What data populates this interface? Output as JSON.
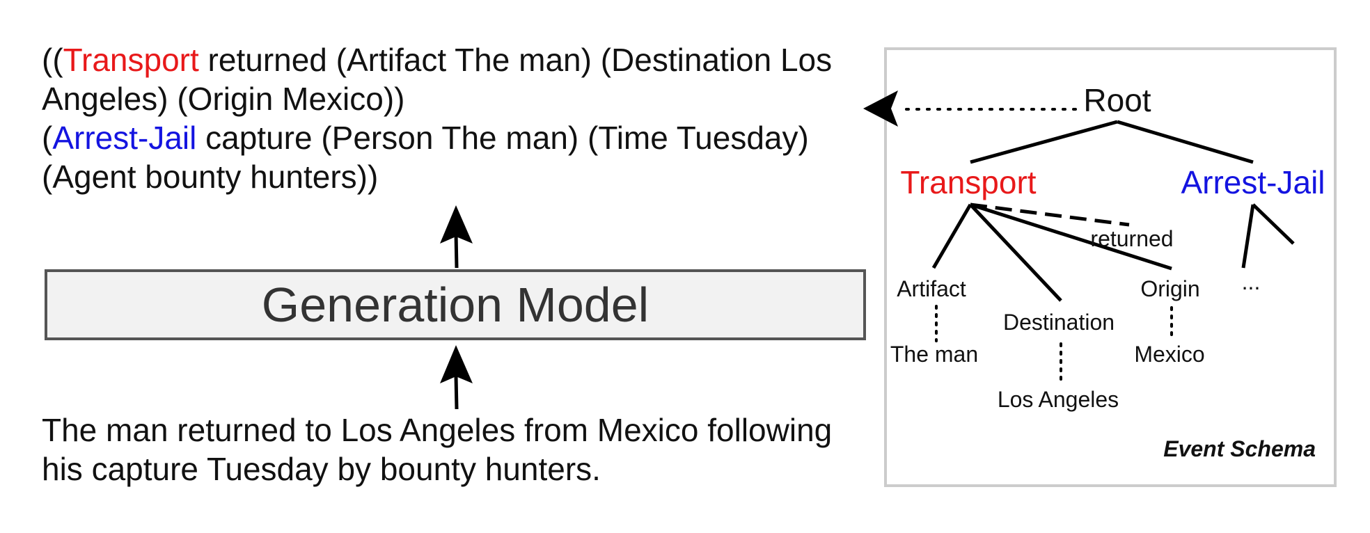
{
  "output": {
    "line1_open": "((",
    "event1_type": "Transport",
    "line1_rest": " returned (Artifact The man) (Destination Los",
    "line2": "Angeles) (Origin Mexico))",
    "line3_open": "(",
    "event2_type": "Arrest-Jail",
    "line3_rest": " capture (Person The man) (Time Tuesday)",
    "line4": "(Agent bounty hunters))"
  },
  "model": {
    "label": "Generation Model"
  },
  "input": {
    "line1": "The man returned to Los Angeles from Mexico following",
    "line2": "his capture Tuesday by bounty hunters."
  },
  "schema": {
    "root": "Root",
    "event1": "Transport",
    "event2": "Arrest-Jail",
    "trigger": "returned",
    "role_artifact": "Artifact",
    "role_destination": "Destination",
    "role_origin": "Origin",
    "more": "...",
    "arg_artifact": "The man",
    "arg_destination": "Los Angeles",
    "arg_origin": "Mexico",
    "caption": "Event Schema"
  },
  "colors": {
    "event1": "#e8191a",
    "event2": "#1414e0",
    "box_border": "#555555",
    "box_fill": "#f2f2f2",
    "panel_border": "#cccccc"
  }
}
